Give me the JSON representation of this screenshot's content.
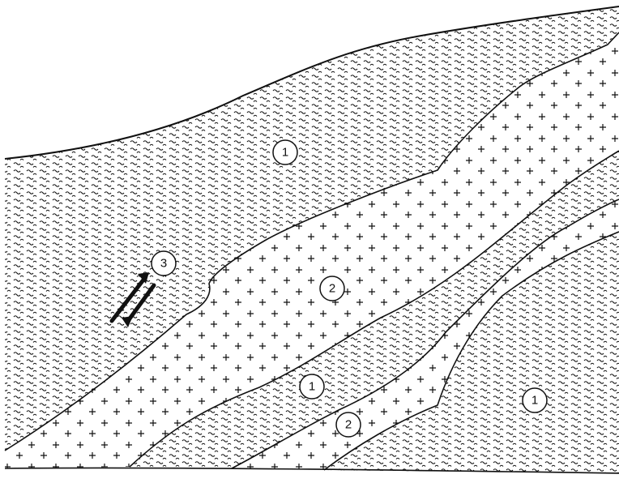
{
  "labels": {
    "unit_1_upper": "1",
    "unit_2_middle": "2",
    "marker_3": "3",
    "unit_1_middle": "1",
    "unit_2_lower": "2",
    "unit_1_lower": "1"
  },
  "colors": {
    "line": "#111111",
    "background": "#ffffff"
  }
}
